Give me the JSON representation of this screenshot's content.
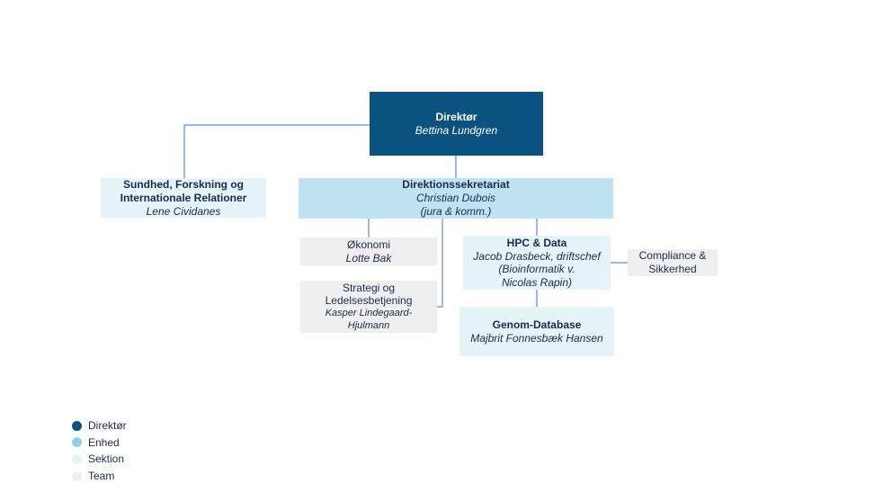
{
  "nodes": {
    "direktor": {
      "title": "Direktør",
      "name": "Bettina Lundgren"
    },
    "sundhed": {
      "title_line1": "Sundhed, Forskning og",
      "title_line2": "Internationale Relationer",
      "name": "Lene Cividanes"
    },
    "sekretariat": {
      "title": "Direktionssekretariat",
      "name_line1": "Christian Dubois",
      "name_line2": "(jura & komm.)"
    },
    "okonomi": {
      "title": "Økonomi",
      "name": "Lotte Bak"
    },
    "strategi": {
      "title_line1": "Strategi og",
      "title_line2": "Ledelsesbetjening",
      "name_line1": "Kasper Lindegaard-",
      "name_line2": "Hjulmann"
    },
    "hpc": {
      "title": "HPC & Data",
      "name_line1": "Jacob Drasbeck, driftschef",
      "name_line2": "(Bioinformatik v.",
      "name_line3": "Nicolas Rapin)"
    },
    "compliance": {
      "title_line1": "Compliance &",
      "title_line2": "Sikkerhed"
    },
    "genom": {
      "title": "Genom-Database",
      "name": "Majbrit Fonnesbæk Hansen"
    }
  },
  "legend": [
    {
      "label": "Direktør",
      "color": "#0a5380"
    },
    {
      "label": "Enhed",
      "color": "#8fd0ea"
    },
    {
      "label": "Sektion",
      "color": "#e6f4fa"
    },
    {
      "label": "Team",
      "color": "#efefef"
    }
  ],
  "colors": {
    "connector": "#3a6fe0"
  }
}
